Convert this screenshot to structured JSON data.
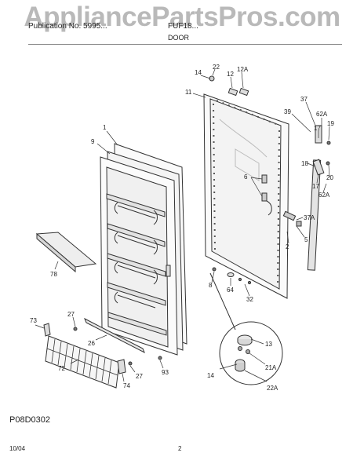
{
  "watermark": "AppliancePartsPros.com",
  "header": {
    "left": "Publication No. 5995...",
    "right": "FUF18...",
    "section": "DOOR"
  },
  "callouts": {
    "c1": "1",
    "c9": "9",
    "c78": "78",
    "c73": "73",
    "c72": "72",
    "c27a": "27",
    "c26": "26",
    "c27b": "27",
    "c74": "74",
    "c93": "93",
    "c22a": "22",
    "c14a": "14",
    "c12": "12",
    "c12A": "12A",
    "c11": "11",
    "c37": "37",
    "c39": "39",
    "c62Aa": "62A",
    "c19": "19",
    "c17a": "17",
    "c18": "18",
    "c20": "20",
    "c17b": "17",
    "c62Ab": "62A",
    "c6": "6",
    "c37A": "37A",
    "c5": "5",
    "c2": "2",
    "c8": "8",
    "c64": "64",
    "c32": "32",
    "c13": "13",
    "c14b": "14",
    "c21A": "21A",
    "c22A": "22A"
  },
  "diagram_code": "P08D0302",
  "footer": {
    "date": "10/04",
    "page": "2"
  }
}
